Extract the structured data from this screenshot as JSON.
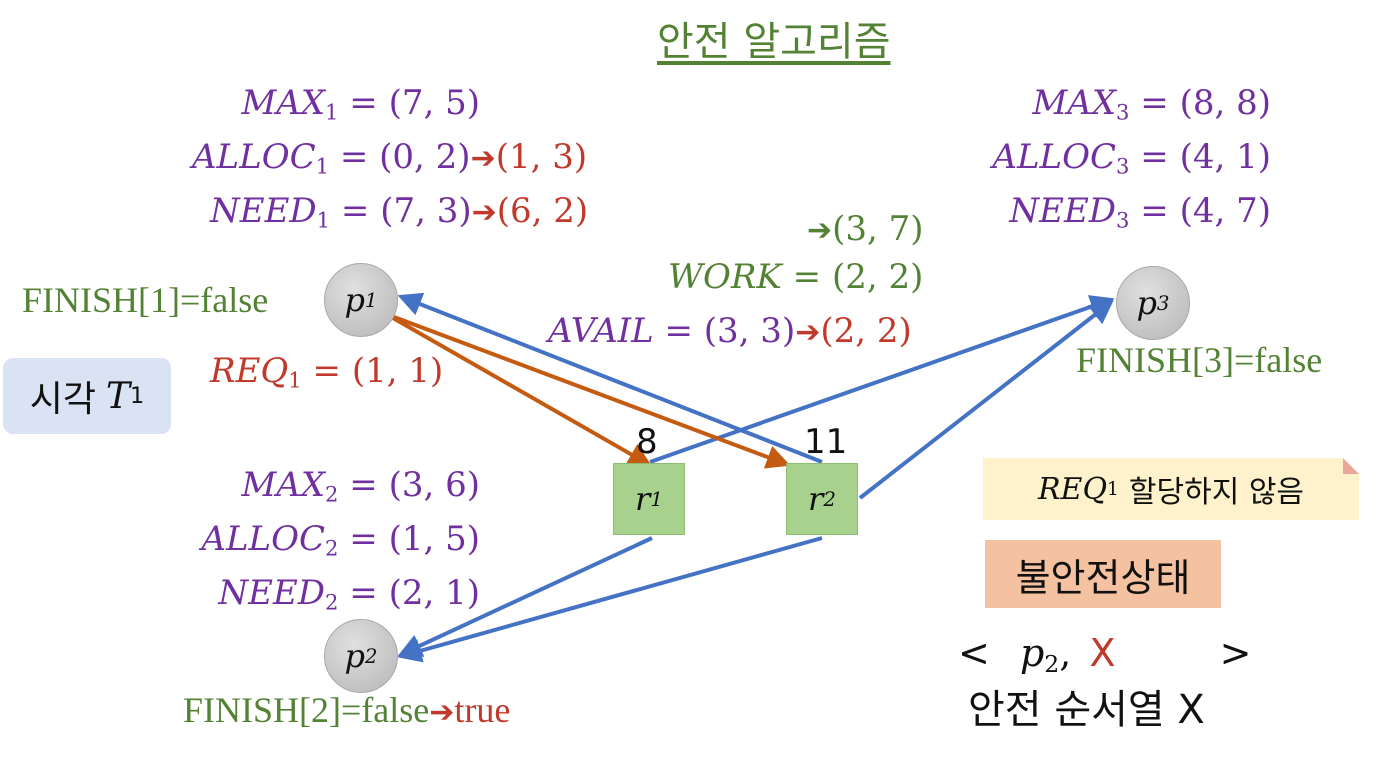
{
  "title": "안전 알고리즘",
  "p1": {
    "label": "p",
    "sub": "1",
    "max": {
      "name": "MAX",
      "sub": "1",
      "value": "(7, 5)"
    },
    "alloc": {
      "name": "ALLOC",
      "sub": "1",
      "value": "(0, 2)",
      "new_value": "(1, 3)"
    },
    "need": {
      "name": "NEED",
      "sub": "1",
      "value": "(7, 3)",
      "new_value": "(6, 2)"
    },
    "finish": "FINISH[1]=false",
    "req": {
      "name": "REQ",
      "sub": "1",
      "value": "(1, 1)"
    }
  },
  "p2": {
    "label": "p",
    "sub": "2",
    "max": {
      "name": "MAX",
      "sub": "2",
      "value": "(3, 6)"
    },
    "alloc": {
      "name": "ALLOC",
      "sub": "2",
      "value": "(1, 5)"
    },
    "need": {
      "name": "NEED",
      "sub": "2",
      "value": "(2, 1)"
    },
    "finish": "FINISH[2]=false",
    "finish_new": "true"
  },
  "p3": {
    "label": "p",
    "sub": "3",
    "max": {
      "name": "MAX",
      "sub": "3",
      "value": "(8, 8)"
    },
    "alloc": {
      "name": "ALLOC",
      "sub": "3",
      "value": "(4, 1)"
    },
    "need": {
      "name": "NEED",
      "sub": "3",
      "value": "(4, 7)"
    },
    "finish": "FINISH[3]=false"
  },
  "r1": {
    "label": "r",
    "sub": "1",
    "count": "8"
  },
  "r2": {
    "label": "r",
    "sub": "2",
    "count": "11"
  },
  "work": {
    "name": "WORK",
    "value": "(2, 2)",
    "new_value": "(3, 7)"
  },
  "avail": {
    "name": "AVAIL",
    "value": "(3, 3)",
    "new_value": "(2, 2)"
  },
  "time": {
    "text": "시각",
    "var": "T",
    "sub": "1"
  },
  "note": {
    "name": "REQ",
    "sub": "1",
    "text": "할당하지 않음"
  },
  "unsafe_state": "불안전상태",
  "sequence": {
    "open": "<",
    "item": "p",
    "sub": "2",
    "comma": ",",
    "x": "X",
    "close": ">"
  },
  "safe_sequence_text": "안전 순서열 X",
  "eq": "=",
  "colors": {
    "purple": "#7030a0",
    "green": "#548235",
    "red": "#c0392b",
    "blue": "#4472c4",
    "orange": "#c55a11"
  }
}
